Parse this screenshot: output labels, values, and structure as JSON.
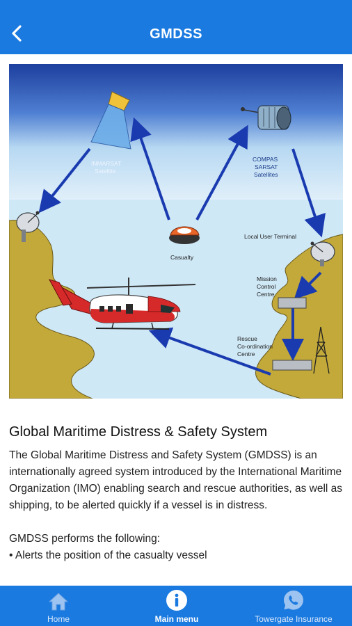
{
  "header": {
    "title": "GMDSS",
    "back_icon": "chevron-left-icon"
  },
  "diagram": {
    "labels": {
      "inmarsat": [
        "INMARSAT",
        "Satellite"
      ],
      "cospas": [
        "COMPAS",
        "SARSAT",
        "Satellites"
      ],
      "casualty": "Casualty",
      "local_user_terminal": "Local User Terminal",
      "mission_control": [
        "Mission",
        "Control",
        "Centre"
      ],
      "rescue": [
        "Rescue",
        "Co-ordination",
        "Centre"
      ]
    }
  },
  "content": {
    "heading": "Global Maritime Distress & Safety System",
    "paragraph": "The Global Maritime Distress and Safety System (GMDSS) is an internationally agreed system introduced by the International Maritime Organization (IMO) enabling search and rescue authorities, as well as shipping, to be alerted quickly if a vessel is in distress.",
    "list_heading": "GMDSS performs the following:",
    "list_items": [
      "• Alerts the position of the casualty vessel"
    ]
  },
  "tabs": [
    {
      "label": "Home",
      "icon": "home-icon",
      "active": false
    },
    {
      "label": "Main menu",
      "icon": "info-icon",
      "active": true
    },
    {
      "label": "Towergate Insurance",
      "icon": "whatsapp-phone-icon",
      "active": false
    }
  ],
  "colors": {
    "brand_blue": "#1a7ae0",
    "tab_text": "#dbe8fb",
    "land": "#c2a93a",
    "sea": "#c9e6f5"
  }
}
